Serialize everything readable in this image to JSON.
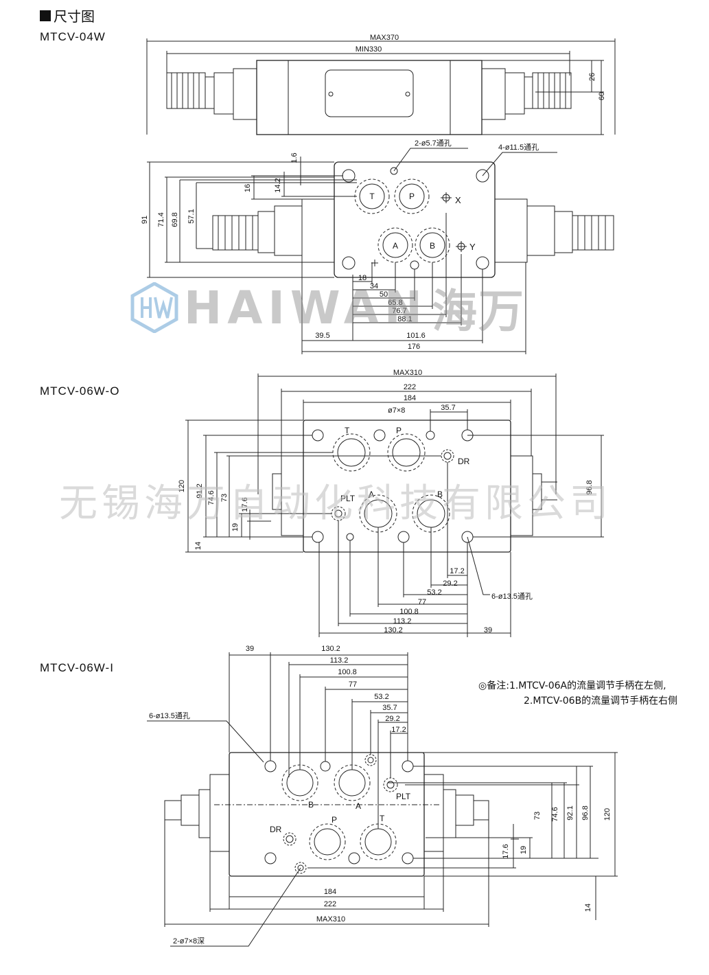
{
  "header": {
    "title": "尺寸图"
  },
  "models": {
    "m1": "MTCV-04W",
    "m2": "MTCV-06W-O",
    "m3": "MTCV-06W-I"
  },
  "watermark": {
    "brand": "HAIWAN",
    "brand_cn": "海万",
    "company": "无锡海万自动化科技有限公司"
  },
  "note": {
    "title": "◎备注:",
    "line1": "1.MTCV-06A的流量调节手柄在左侧,",
    "line2": "2.MTCV-06B的流量调节手柄在右侧"
  },
  "d1": {
    "max": "MAX370",
    "min": "MIN330",
    "h26": "26",
    "h60": "60",
    "hole1": "2-ø5.7通孔",
    "hole2": "4-ø11.5通孔",
    "v1_6": "1.6",
    "v16": "16",
    "v14_2": "14.2",
    "v91": "91",
    "v71_4": "71.4",
    "v69_8": "69.8",
    "v57_1": "57.1",
    "x18": "18",
    "x34": "34",
    "x50": "50",
    "x65_8": "65.8",
    "x76_7": "76.7",
    "x88_1": "88.1",
    "x39_5": "39.5",
    "x101_6": "101.6",
    "x176": "176",
    "pT": "T",
    "pP": "P",
    "pA": "A",
    "pB": "B",
    "pX": "X",
    "pY": "Y"
  },
  "d2": {
    "max": "MAX310",
    "w222": "222",
    "w184": "184",
    "hole": "ø7×8",
    "w35_7": "35.7",
    "v120": "120",
    "v91_2": "91.2",
    "v74_6": "74.6",
    "v73": "73",
    "v17_6": "17.6",
    "v19": "19",
    "v14": "14",
    "v96_8": "96.8",
    "x17_2": "17.2",
    "x29_2": "29.2",
    "x53_2": "53.2",
    "x77": "77",
    "x100_8": "100.8",
    "x113_2": "113.2",
    "x130_2": "130.2",
    "x39": "39",
    "hole6": "6-ø13.5通孔",
    "pT": "T",
    "pP": "P",
    "pDR": "DR",
    "pPLT": "PLT",
    "pA": "A",
    "pB": "B"
  },
  "d3": {
    "x39": "39",
    "x130_2": "130.2",
    "x113_2": "113.2",
    "x100_8": "100.8",
    "x77": "77",
    "x53_2": "53.2",
    "x35_7": "35.7",
    "x29_2": "29.2",
    "x17_2": "17.2",
    "hole6": "6-ø13.5通孔",
    "pB": "B",
    "pA": "A",
    "pPLT": "PLT",
    "pDR": "DR",
    "pP": "P",
    "pT": "T",
    "v73": "73",
    "v74_6": "74.6",
    "v92_1": "92.1",
    "v96_8": "96.8",
    "v120": "120",
    "v17_6": "17.6",
    "v19": "19",
    "v14": "14",
    "w184": "184",
    "w222": "222",
    "max": "MAX310",
    "hole2": "2-ø7×8深"
  }
}
